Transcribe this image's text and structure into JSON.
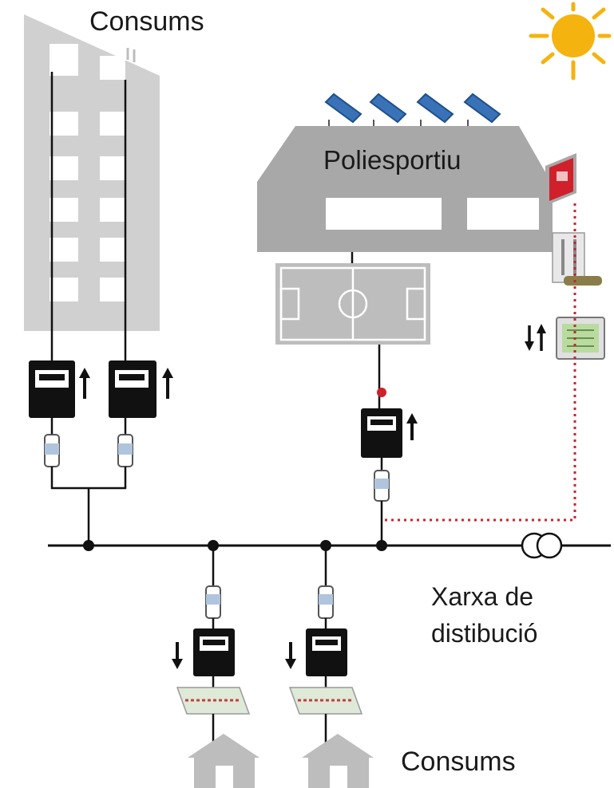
{
  "labels": {
    "consums_top": "Consums",
    "poliesportiu": "Poliesportiu",
    "xarxa_line1": "Xarxa de",
    "xarxa_line2": "distibució",
    "consums_bottom": "Consums"
  },
  "colors": {
    "building": "#d0d0d0",
    "sports_hall": "#a8a8a8",
    "wire": "#111111",
    "solar_link": "#d0202c",
    "sun": "#f5b30f",
    "panel": "#3a72b8"
  }
}
